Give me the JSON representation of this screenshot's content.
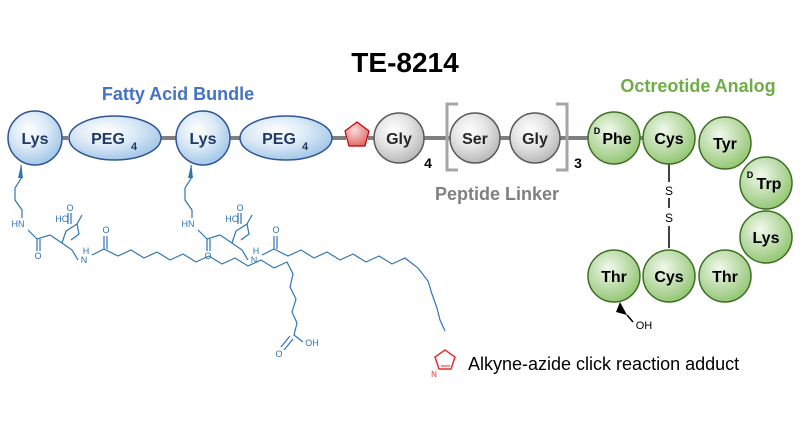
{
  "title": "TE-8214",
  "sections": {
    "fatty_acid": "Fatty Acid Bundle",
    "octreotide": "Octreotide Analog",
    "linker": "Peptide Linker"
  },
  "chain": {
    "lys1": "Lys",
    "peg1": "PEG",
    "peg1_sub": "4",
    "lys2": "Lys",
    "peg2": "PEG",
    "peg2_sub": "4",
    "gly1": "Gly",
    "gly1_repeat": "4",
    "ser": "Ser",
    "gly2": "Gly",
    "bracket_repeat": "3"
  },
  "ring": {
    "dphe_sup": "D",
    "dphe": "Phe",
    "cys_top": "Cys",
    "tyr": "Tyr",
    "dtrp_sup": "D",
    "dtrp": "Trp",
    "lys": "Lys",
    "thr_right": "Thr",
    "cys_bottom": "Cys",
    "thr_left": "Thr",
    "s_top": "S",
    "s_bottom": "S",
    "thr_oh": "OH"
  },
  "structure_labels": {
    "hn1": "HN",
    "o1": "O",
    "ho1": "HO",
    "o1b": "O",
    "n1": "N",
    "h1": "H",
    "o1c": "O",
    "oh_end": "OH",
    "o_end": "O",
    "hn2": "HN",
    "o2": "O",
    "ho2": "HO",
    "o2b": "O",
    "n2": "N",
    "h2": "H",
    "o2c": "O"
  },
  "legend": {
    "text": "Alkyne-azide click reaction adduct",
    "triazole_n": "N"
  },
  "colors": {
    "blue_text": "#4472C4",
    "green_text": "#70AD47",
    "gray_text": "#808080",
    "blue_fill": "#BDD7EE",
    "green_fill": "#A9D18E",
    "gray_fill": "#D9D9D9",
    "pentagon": "#E88A8A",
    "triazole": "#E03030",
    "structure": "#2E75B6"
  }
}
